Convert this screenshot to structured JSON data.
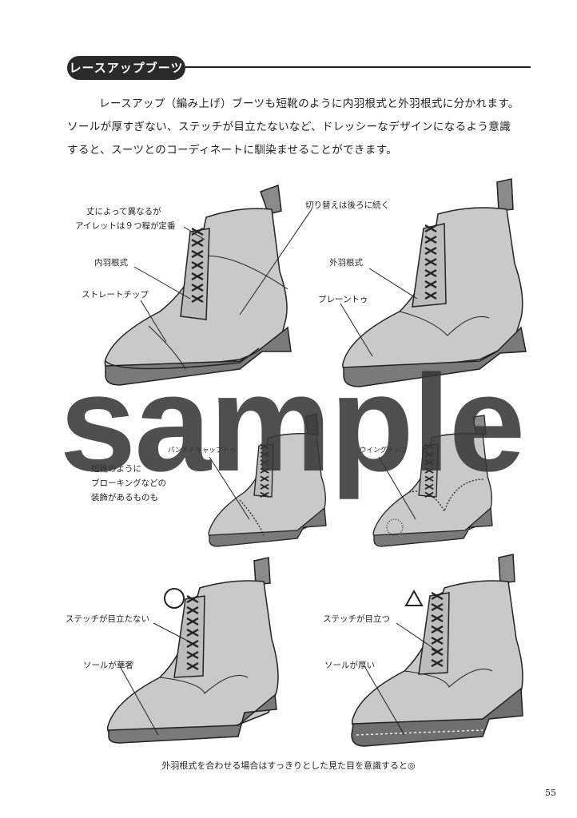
{
  "section": {
    "title": "レースアップブーツ"
  },
  "intro": {
    "line1": "レースアップ（編み上げ）ブーツも短靴のように内羽根式と外羽根式に分かれます。",
    "line2": "ソールが厚すぎない、ステッチが目立たないなど、ドレッシーなデザインになるよう意識",
    "line3": "すると、スーツとのコーディネートに馴染ませることができます。"
  },
  "labels": {
    "eyelet_1": "丈によって異なるが",
    "eyelet_2": "アイレットは９つ程が定番",
    "inner": "内羽根式",
    "straight": "ストレートチップ",
    "cut": "切り替えは後ろに続く",
    "outer": "外羽根式",
    "plain": "プレーントゥ",
    "punched": "パンチドキャップトゥ",
    "wing": "ウイングチップ",
    "brogue_1": "短靴のように",
    "brogue_2": "ブローキングなどの",
    "brogue_3": "装飾があるものも",
    "stitch_subtle": "ステッチが目立たない",
    "sole_delicate": "ソールが華奢",
    "stitch_visible": "ステッチが目立つ",
    "sole_thick": "ソールが厚い"
  },
  "marks": {
    "good": "○",
    "ok": "△"
  },
  "caption": "外羽根式を合わせる場合はすっきりとした見た目を意識すると◎",
  "page_number": "55",
  "watermark": "sample"
}
